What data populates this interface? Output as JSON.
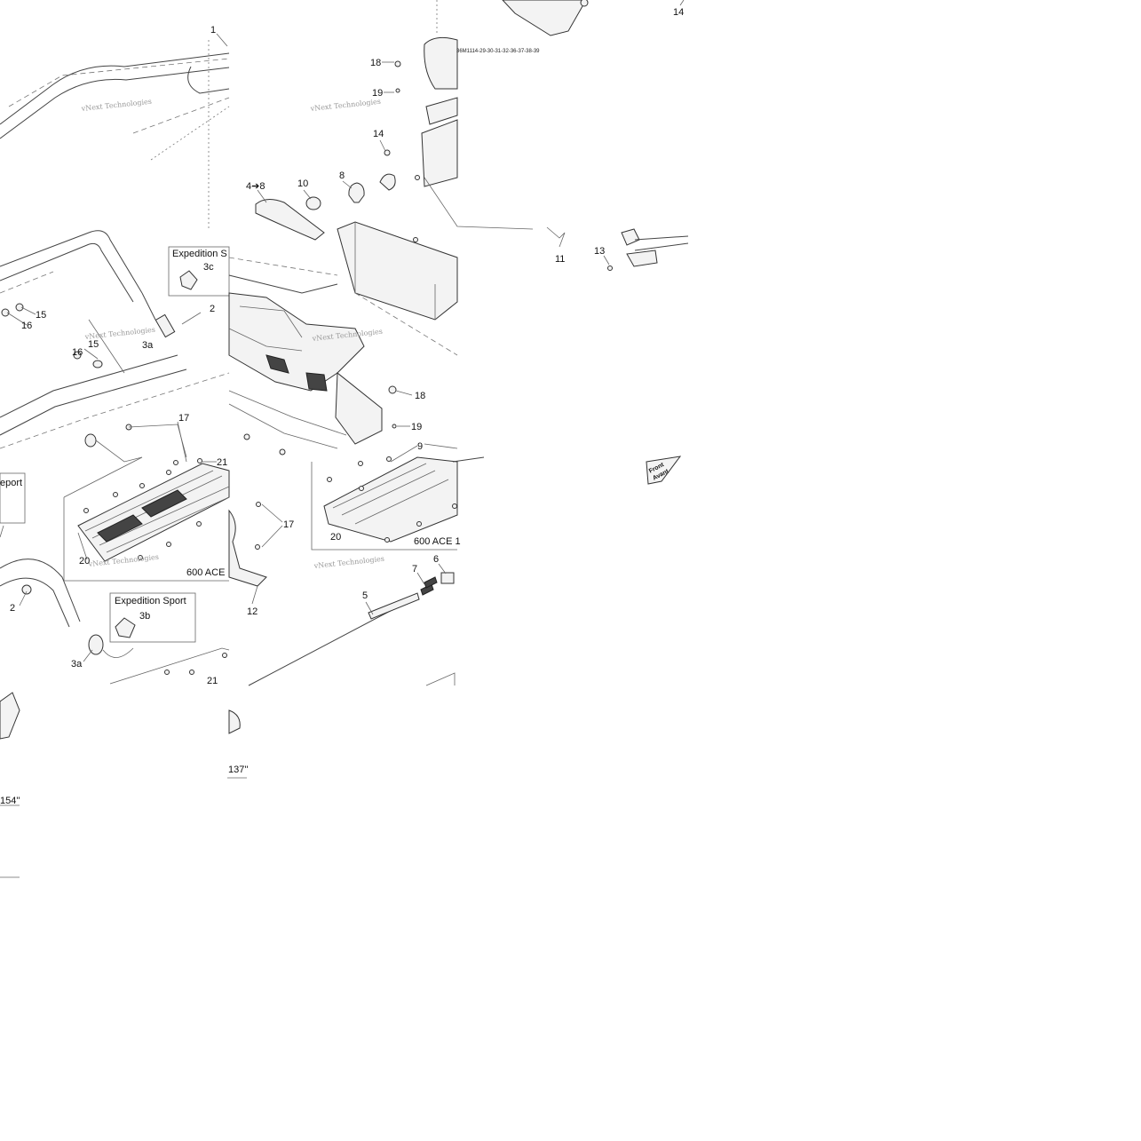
{
  "reference_code": "36M1114-29-30-31-32-36-37-38-39",
  "watermark": "vNext Technologies",
  "boxes": {
    "expedition_sport_top": "Expedition S",
    "expedition_sport_left": "eport",
    "expedition_sport_bottom": "Expedition Sport",
    "model_600ace_left": "600 ACE",
    "model_600ace_right": "600 ACE 1"
  },
  "track_lengths": {
    "length_154": "154''",
    "length_137": "137''"
  },
  "front_badge": {
    "line1": "Front",
    "line2": "Avant"
  },
  "callouts": {
    "c1": "1",
    "c14_top": "14",
    "c18_top": "18",
    "c19_top": "19",
    "c14_mid": "14",
    "c4to8": "4➔8",
    "c10": "10",
    "c8": "8",
    "c11": "11",
    "c13": "13",
    "c3c": "3c",
    "c2_top": "2",
    "c15_a": "15",
    "c16_a": "16",
    "c3a_top": "3a",
    "c15_b": "15",
    "c16_b": "16",
    "c17_top": "17",
    "c21_top": "21",
    "c18_mid": "18",
    "c19_mid": "19",
    "c9": "9",
    "c17_right": "17",
    "c20_left": "20",
    "c20_right": "20",
    "c12": "12",
    "c7": "7",
    "c6": "6",
    "c5": "5",
    "c2_bottom": "2",
    "c3b": "3b",
    "c3a_bottom": "3a",
    "c21_bottom": "21"
  }
}
